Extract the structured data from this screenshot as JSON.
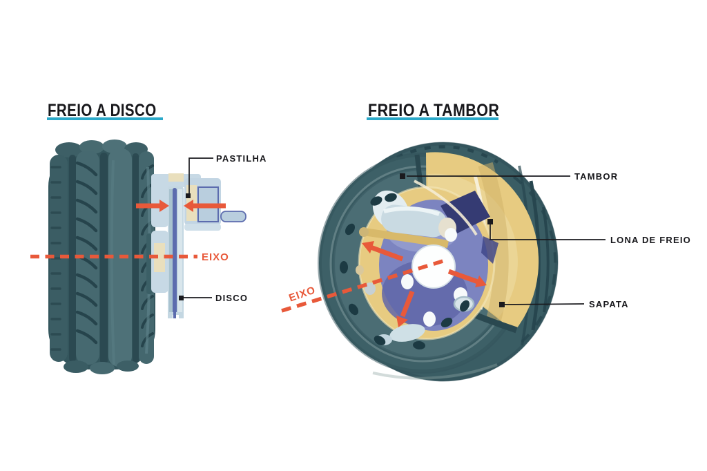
{
  "colors": {
    "background": "#ffffff",
    "title_text": "#17171b",
    "title_underline_cyan": "#2ba9c9",
    "label_text": "#17171b",
    "axle_orange": "#e8593a",
    "tire_teal": "#3a5d64",
    "drum_face_teal": "#4b6d74",
    "brake_shoe_yellow": "#e7cb81",
    "backing_plate_purple": "#7c84c0",
    "caliper_light_blue": "#c7d9e5"
  },
  "disc_diagram": {
    "title": "FREIO A DISCO",
    "labels": {
      "pastilha": "PASTILHA",
      "eixo": "EIXO",
      "disco": "DISCO"
    }
  },
  "drum_diagram": {
    "title": "FREIO A TAMBOR",
    "labels": {
      "tambor": "TAMBOR",
      "lona_de_freio": "LONA DE FREIO",
      "sapata": "SAPATA",
      "eixo": "EIXO"
    }
  }
}
